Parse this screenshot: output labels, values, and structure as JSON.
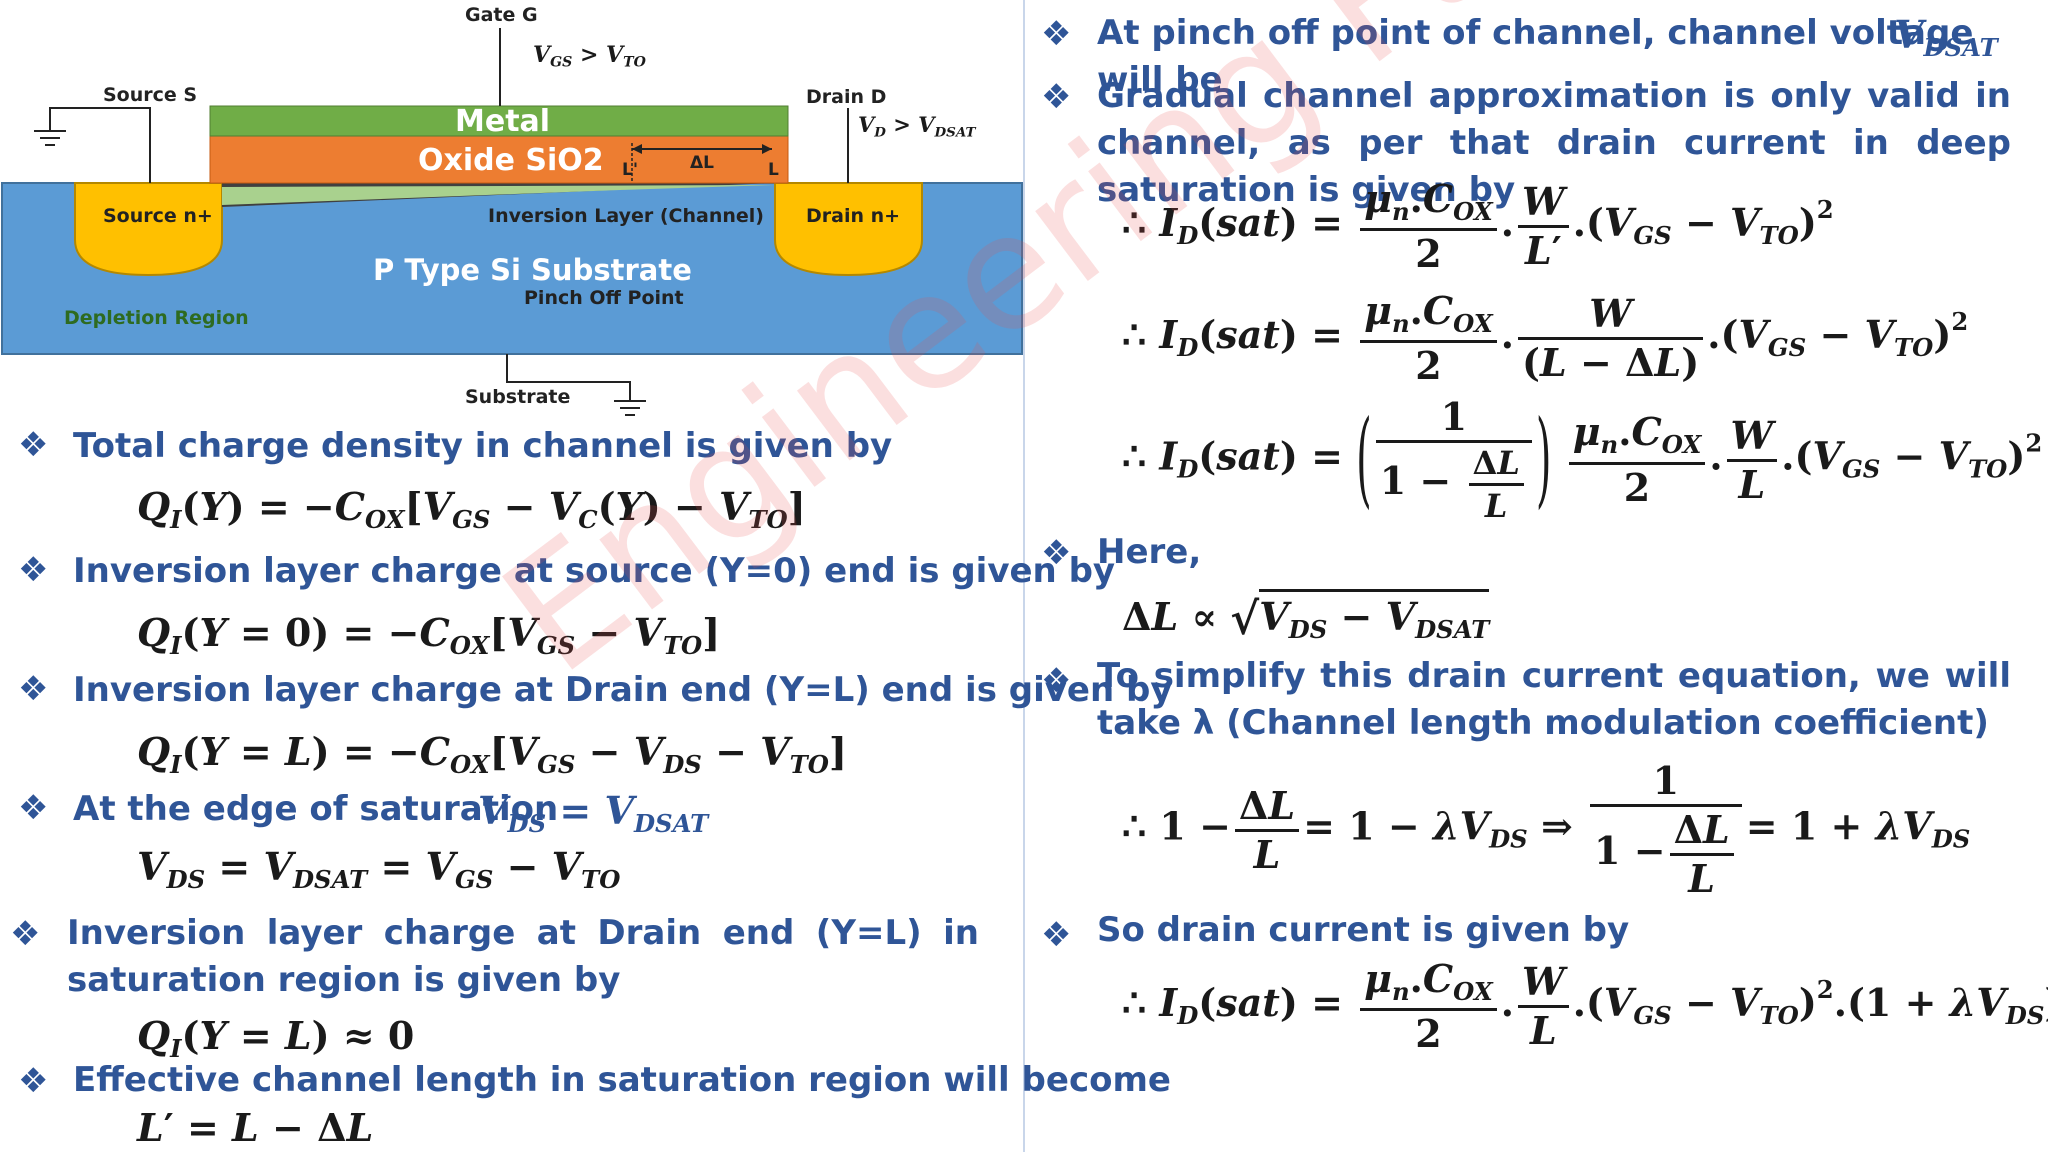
{
  "diagram": {
    "gate_label": "Gate G",
    "source_label": "Source S",
    "drain_label": "Drain D",
    "substrate_label": "Substrate",
    "metal_label": "Metal",
    "oxide_label": "Oxide SiO2",
    "source_region_label": "Source n+",
    "drain_region_label": "Drain n+",
    "channel_label": "Inversion Layer (Channel)",
    "substrate_region_label": "P Type Si Substrate",
    "pinch_off_label": "Pinch Off Point",
    "depletion_label": "Depletion Region",
    "delta_l_label": "ΔL",
    "l_prime_label": "L'",
    "l_label": "L",
    "vgs_condition": "VGS > VTO",
    "vd_condition": "VD > VDSAT",
    "colors": {
      "metal": "#70ad47",
      "oxide": "#ed7d31",
      "substrate": "#5b9bd5",
      "n_plus": "#ffc000"
    }
  },
  "left": {
    "b1": "Total charge density in channel is given by",
    "b2": "Inversion layer charge at source (Y=0) end is given by",
    "b3": "Inversion layer charge at Drain end (Y=L) end is given by",
    "b4": "At the edge of saturation",
    "b5": "Inversion layer charge at Drain end (Y=L) in saturation region is given by",
    "b6": "Effective channel length in saturation region will become"
  },
  "right": {
    "b1": "At pinch off point of channel, channel voltage will be",
    "b2": "Gradual channel approximation is only valid in channel, as per that drain current in deep saturation is given by",
    "b3": "Here,",
    "b4": "To simplify this drain current equation, we will take λ (Channel length modulation coefficient)",
    "b5": "So drain current is given by"
  },
  "watermark": "Engineering Funda",
  "bullet_symbol": "❖"
}
